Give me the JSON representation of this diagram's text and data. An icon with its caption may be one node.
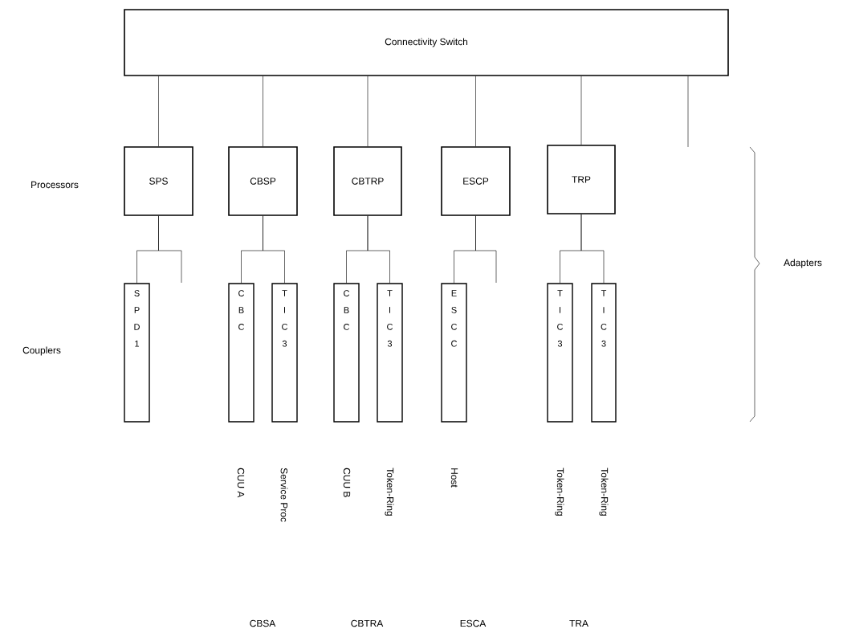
{
  "diagram": {
    "nodes": [
      {
        "text": [
          "Connectivity Switch"
        ]
      },
      {
        "text": [
          "SPS"
        ]
      },
      {
        "text": [
          "CBSP"
        ]
      },
      {
        "text": [
          "CBTRP"
        ]
      },
      {
        "text": [
          "ESCP"
        ]
      },
      {
        "text": [
          "TRP"
        ]
      },
      {
        "text": [
          "S P D 1"
        ]
      },
      {
        "text": [
          "C B C"
        ]
      },
      {
        "text": [
          "T I C 3"
        ]
      },
      {
        "text": [
          "C B C"
        ]
      },
      {
        "text": [
          "T I C 3"
        ]
      },
      {
        "text": [
          "E S C C"
        ]
      },
      {
        "text": [
          "T I C 3"
        ]
      },
      {
        "text": [
          "T I C 3"
        ]
      }
    ],
    "edges": [
      {
        "from": 0,
        "to": 1,
        "arrow": "none"
      },
      {
        "from": 0,
        "to": 2,
        "arrow": "none"
      },
      {
        "from": 0,
        "to": 3,
        "arrow": "none"
      },
      {
        "from": 0,
        "to": 4,
        "arrow": "none"
      },
      {
        "from": 0,
        "to": 5,
        "arrow": "none"
      },
      {
        "from": 0,
        "to": null,
        "arrow": "none"
      },
      {
        "from": 1,
        "to": 6,
        "arrow": "none"
      },
      {
        "from": 1,
        "to": null,
        "arrow": "none"
      },
      {
        "from": 2,
        "to": 7,
        "arrow": "none"
      },
      {
        "from": 2,
        "to": 8,
        "arrow": "none"
      },
      {
        "from": 3,
        "to": 9,
        "arrow": "none"
      },
      {
        "from": 3,
        "to": 10,
        "arrow": "none"
      },
      {
        "from": 4,
        "to": 11,
        "arrow": "none"
      },
      {
        "from": 4,
        "to": null,
        "arrow": "none"
      },
      {
        "from": 5,
        "to": 12,
        "arrow": "none"
      },
      {
        "from": 5,
        "to": 13,
        "arrow": "none"
      }
    ],
    "labels": [
      "Processors",
      "Adapters",
      "Couplers",
      "CUU A",
      "Service Proc",
      "CUU B",
      "Token-Ring",
      "Host",
      "Token-Ring",
      "Token-Ring",
      "CBSA",
      "CBTRA",
      "ESCA",
      "TRA"
    ]
  }
}
